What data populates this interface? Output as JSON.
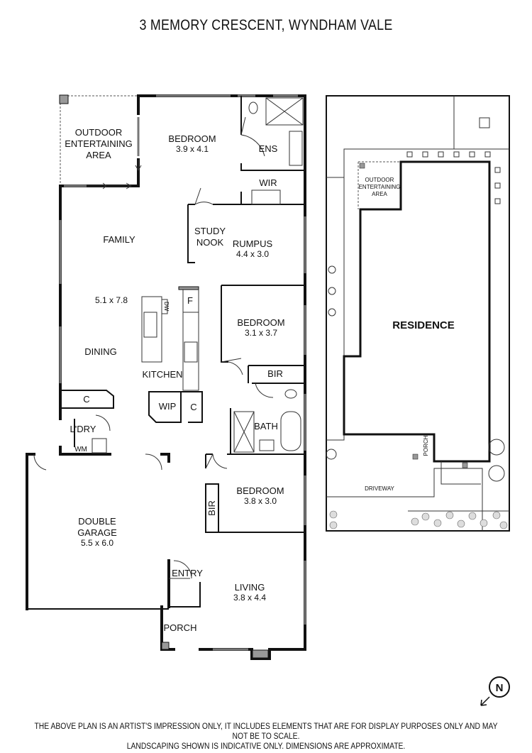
{
  "title": "3 MEMORY CRESCENT, WYNDHAM VALE",
  "rooms": {
    "outdoor": [
      "OUTDOOR",
      "ENTERTAINING",
      "AREA"
    ],
    "bedroom1": {
      "name": "BEDROOM",
      "dims": "3.9 x 4.1"
    },
    "ens": "ENS",
    "wir": "WIR",
    "family": "FAMILY",
    "family_dims": "5.1 x 7.8",
    "dining": "DINING",
    "study": [
      "STUDY",
      "NOOK"
    ],
    "rumpus": {
      "name": "RUMPUS",
      "dims": "4.4 x 3.0"
    },
    "dw": "DW",
    "fridge": "F",
    "kitchen": "KITCHEN",
    "bedroom2": {
      "name": "BEDROOM",
      "dims": "3.1 x 3.7"
    },
    "bir": "BIR",
    "c1": "C",
    "wip": "WIP",
    "c2": "C",
    "laundry": "L'DRY",
    "wm": "WM",
    "bath": "BATH",
    "bedroom3": {
      "name": "BEDROOM",
      "dims": "3.8 x 3.0"
    },
    "bir2": "BIR",
    "garage": {
      "name": [
        "DOUBLE",
        "GARAGE"
      ],
      "dims": "5.5 x 6.0"
    },
    "entry": "ENTRY",
    "living": {
      "name": "LIVING",
      "dims": "3.8 x 4.4"
    },
    "porch": "PORCH"
  },
  "site": {
    "residence": "RESIDENCE",
    "outdoor": [
      "OUTDOOR",
      "ENTERTAINING",
      "AREA"
    ],
    "porch": "PORCH",
    "driveway": "DRIVEWAY"
  },
  "north": "N",
  "disclaimer": [
    "THE ABOVE PLAN IS AN ARTIST'S IMPRESSION ONLY, IT INCLUDES ELEMENTS THAT ARE FOR DISPLAY PURPOSES ONLY AND MAY NOT BE TO SCALE.",
    "LANDSCAPING SHOWN IS INDICATIVE ONLY. DIMENSIONS ARE APPROXIMATE."
  ]
}
